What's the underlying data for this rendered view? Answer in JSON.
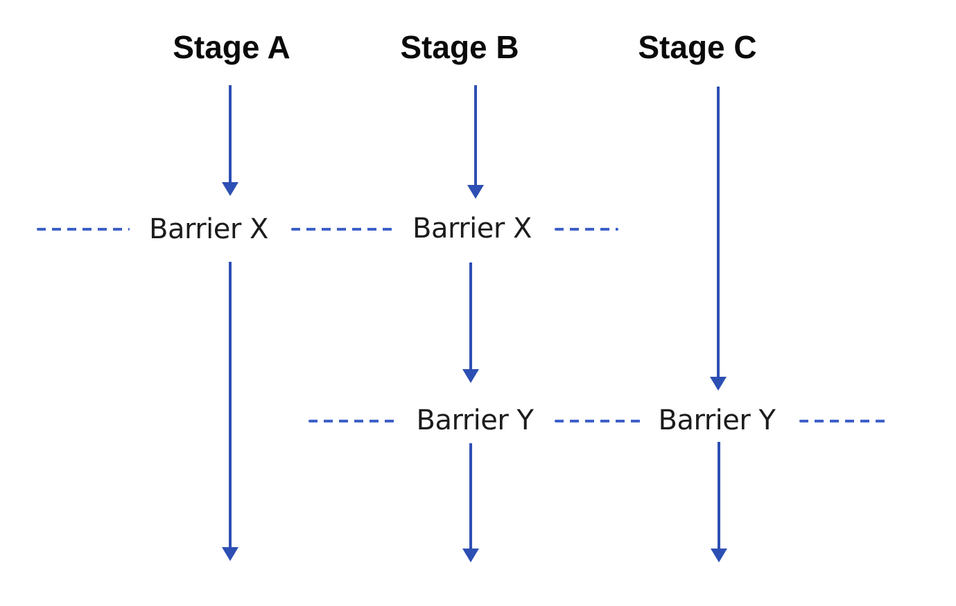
{
  "diagram": {
    "stages": [
      {
        "label": "Stage A"
      },
      {
        "label": "Stage B"
      },
      {
        "label": "Stage C"
      }
    ],
    "barrier_rows": [
      {
        "labels": [
          "Barrier X",
          "Barrier X"
        ]
      },
      {
        "labels": [
          "Barrier Y",
          "Barrier Y"
        ]
      }
    ],
    "colors": {
      "arrow": "#2d4fb3",
      "dash": "#3e60c8",
      "heading": "#0a0a0a",
      "barrier_text": "#1c1c1c",
      "background": "#ffffff"
    }
  }
}
